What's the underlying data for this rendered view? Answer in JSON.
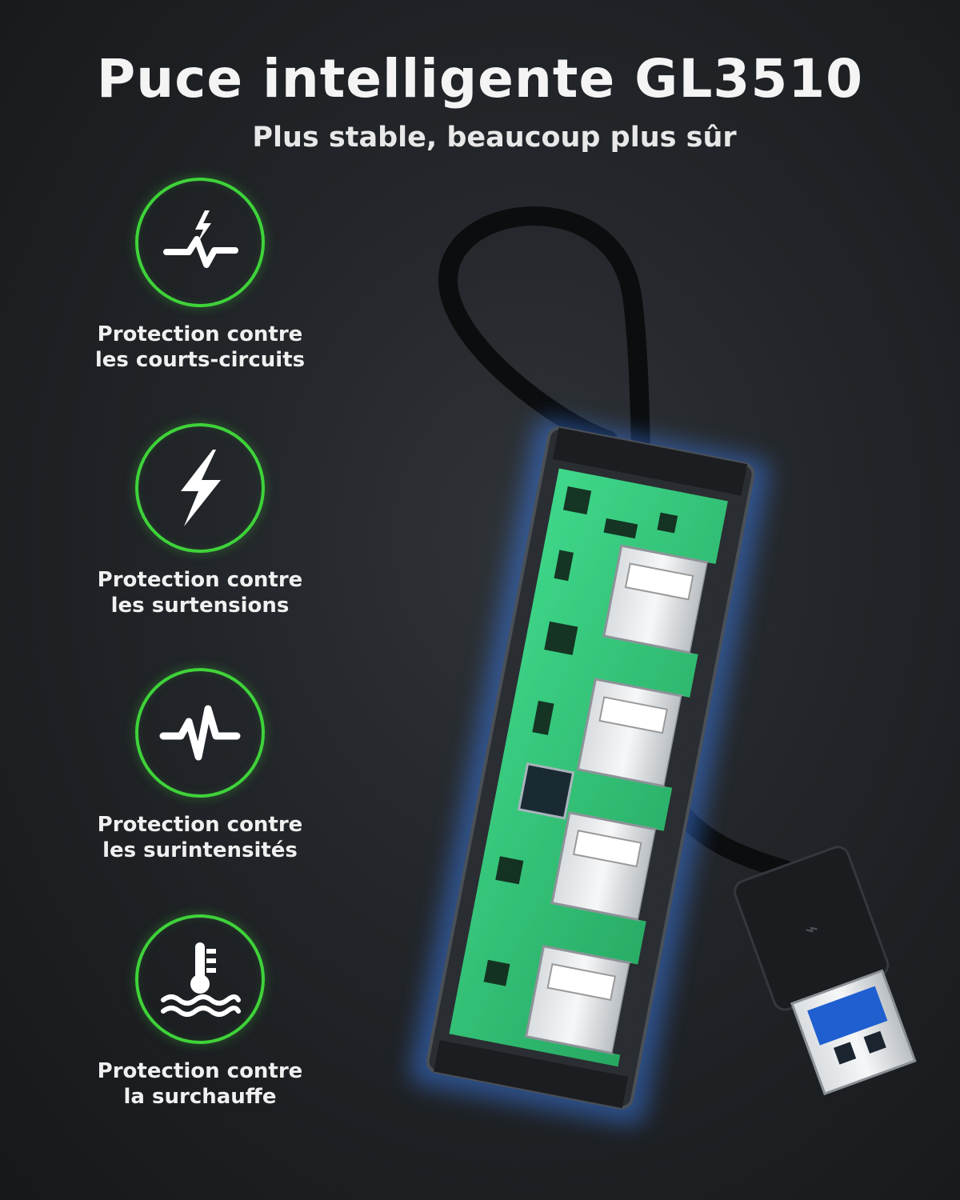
{
  "header": {
    "title": "Puce intelligente GL3510",
    "subtitle": "Plus stable, beaucoup plus sûr"
  },
  "colors": {
    "accent": "#3fd33a",
    "background": "#1e2124",
    "pcb": "#36c97a",
    "usb_blue": "#1f5fd0"
  },
  "features": [
    {
      "icon": "short-circuit-icon",
      "line1": "Protection contre",
      "line2": "les courts-circuits"
    },
    {
      "icon": "lightning-bolt-icon",
      "line1": "Protection contre",
      "line2": "les surtensions"
    },
    {
      "icon": "pulse-wave-icon",
      "line1": "Protection contre",
      "line2": "les surintensités"
    },
    {
      "icon": "thermometer-water-icon",
      "line1": "Protection contre",
      "line2": "la surchauffe"
    }
  ]
}
